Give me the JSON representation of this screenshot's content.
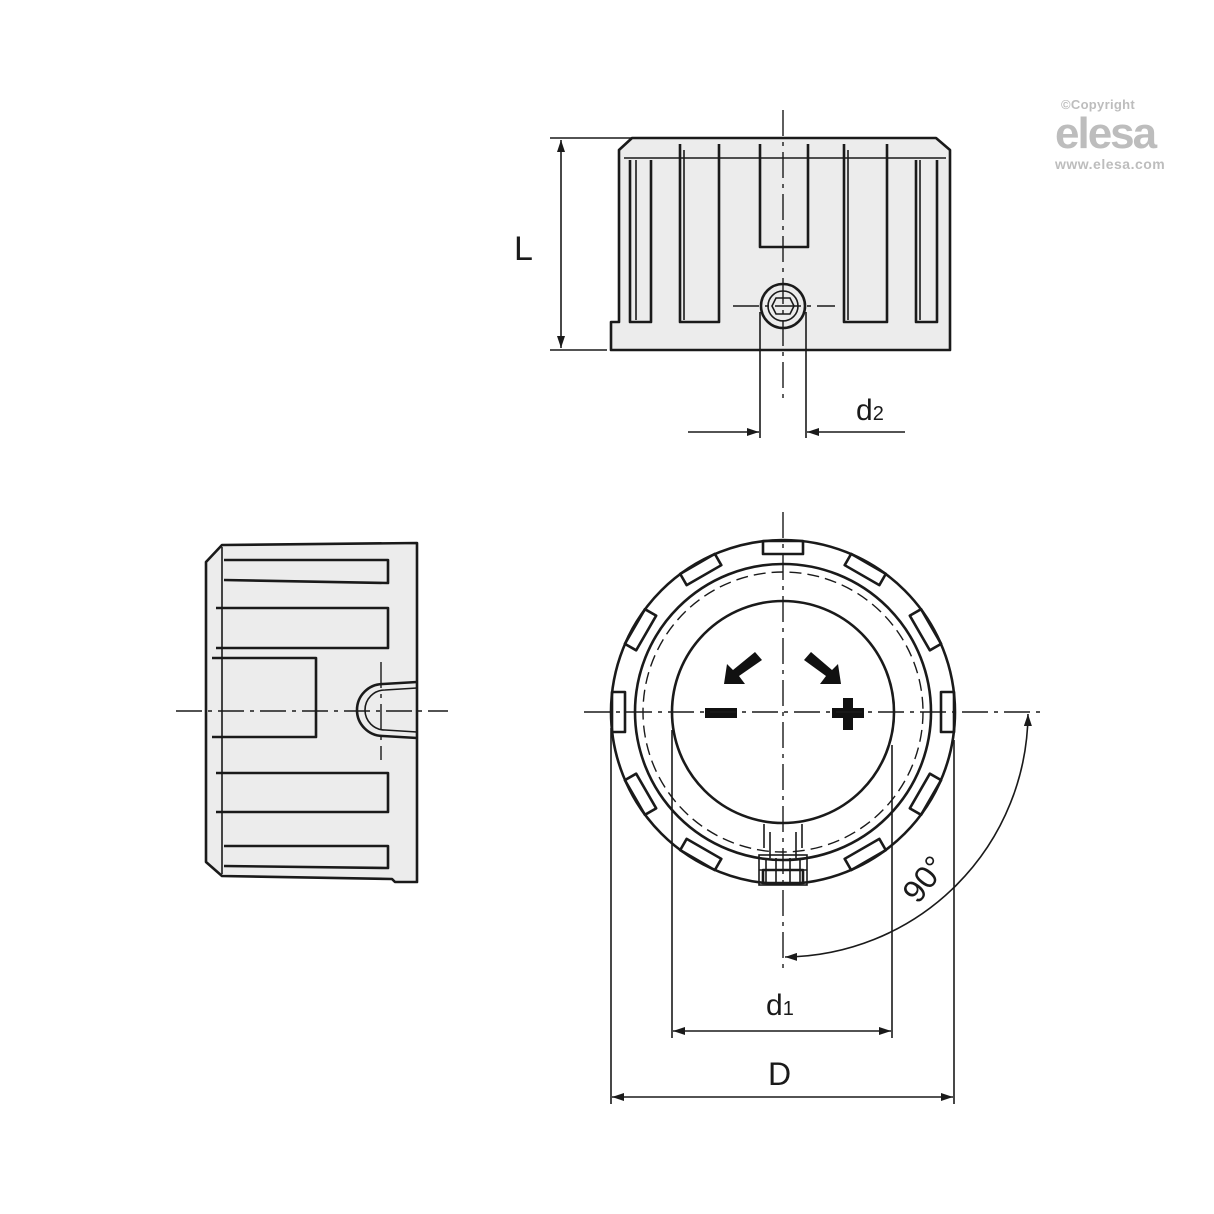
{
  "watermark": {
    "copyright": "©Copyright",
    "brand": "elesa",
    "url": "www.elesa.com",
    "color": "#bdbdbd"
  },
  "drawing": {
    "subject": "knurled control knob with set screw",
    "views": [
      "front-elevation",
      "side-elevation",
      "top-plan"
    ],
    "fill_color": "#ececec",
    "line_color": "#1a1a1a",
    "dimensions": {
      "L": "L",
      "d2_main": "d",
      "d2_sub": "2",
      "d1_main": "d",
      "d1_sub": "1",
      "D": "D",
      "angle": "90°"
    },
    "symbols": {
      "minus": "−",
      "plus": "+"
    }
  }
}
